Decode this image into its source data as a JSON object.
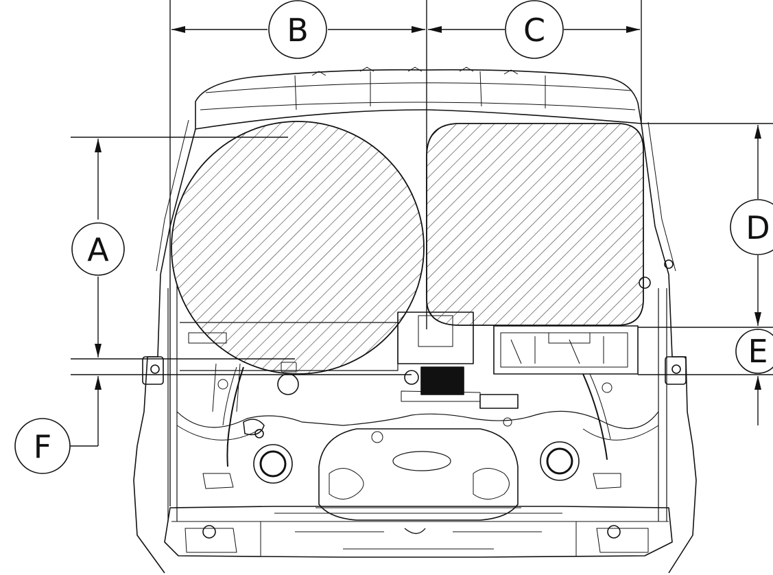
{
  "diagram": {
    "labels": {
      "a": "A",
      "b": "B",
      "c": "C",
      "d": "D",
      "e": "E",
      "f": "F"
    },
    "colors": {
      "ink": "#111111",
      "hatch": "#333333",
      "background": "#ffffff"
    },
    "icons": [
      "dimension-arrow-icon",
      "hatch-region-circle",
      "hatch-region-rectangle"
    ]
  }
}
